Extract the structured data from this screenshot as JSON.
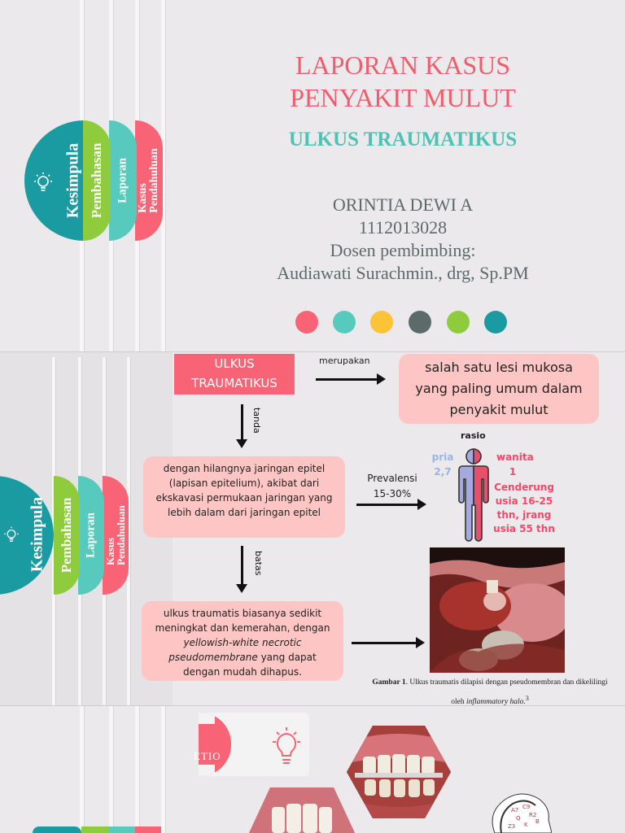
{
  "tabs": {
    "kesimpulan": "Kesimpula",
    "pembahasan": "Pembahasan",
    "pembahasan_alt": "Pembahasan",
    "laporan": "Laporan",
    "laporan_kasus": "Kasus",
    "pendahuluan": "Pendahuluan"
  },
  "slide1": {
    "title_line1": "LAPORAN KASUS",
    "title_line2": "PENYAKIT MULUT",
    "subtitle": "ULKUS TRAUMATIKUS",
    "author": "ORINTIA DEWI A",
    "nim": "1112013028",
    "supervisor_label": "Dosen pembimbing:",
    "supervisor": "Audiawati Surachmin., drg, Sp.PM",
    "dot_colors": [
      "#f86375",
      "#57cabd",
      "#fbc335",
      "#5d6a6a",
      "#8fcc3d",
      "#1a9ba1"
    ]
  },
  "slide2": {
    "main_label": "ULKUS TRAUMATIKUS",
    "merupakan": "merupakan",
    "definition": "salah satu lesi mukosa yang paling umum dalam penyakit mulut",
    "tanda": "tanda",
    "sign_box": "dengan hilangnya jaringan epitel (lapisan epitelium), akibat dari ekskavasi permukaan jaringan yang lebih dalam dari jaringan epitel",
    "prevalensi_label": "Prevalensi",
    "prevalensi_value": "15-30%",
    "rasio": "rasio",
    "pria": "pria",
    "pria_value": "2,7",
    "wanita": "wanita",
    "wanita_value": "1",
    "age_note": "Cenderung usia 16-25 thn, jrang usia 55 thn",
    "batas": "batas",
    "border_box_1": "ulkus traumatis biasanya sedikit meningkat dan kemerahan, dengan ",
    "border_box_italic": "yellowish-white necrotic pseudomembrane",
    "border_box_2": " yang dapat dengan mudah dihapus.",
    "caption_bold": "Gambar 1",
    "caption_text": ". Ulkus traumatis dilapisi dengan pseudomembran dan dikelilingi oleh ",
    "caption_italic": "inflammatory halo.",
    "caption_ref": "3"
  },
  "slide3": {
    "etio_label": "ETIO"
  },
  "colors": {
    "teal": "#1a9ba1",
    "green": "#8fcc3d",
    "mint": "#57cabd",
    "coral": "#f86375",
    "pink_box": "#fdc6c4",
    "title": "#ef5d6c",
    "subtitle": "#4cc3b3",
    "text_gray": "#5d6a6a"
  }
}
